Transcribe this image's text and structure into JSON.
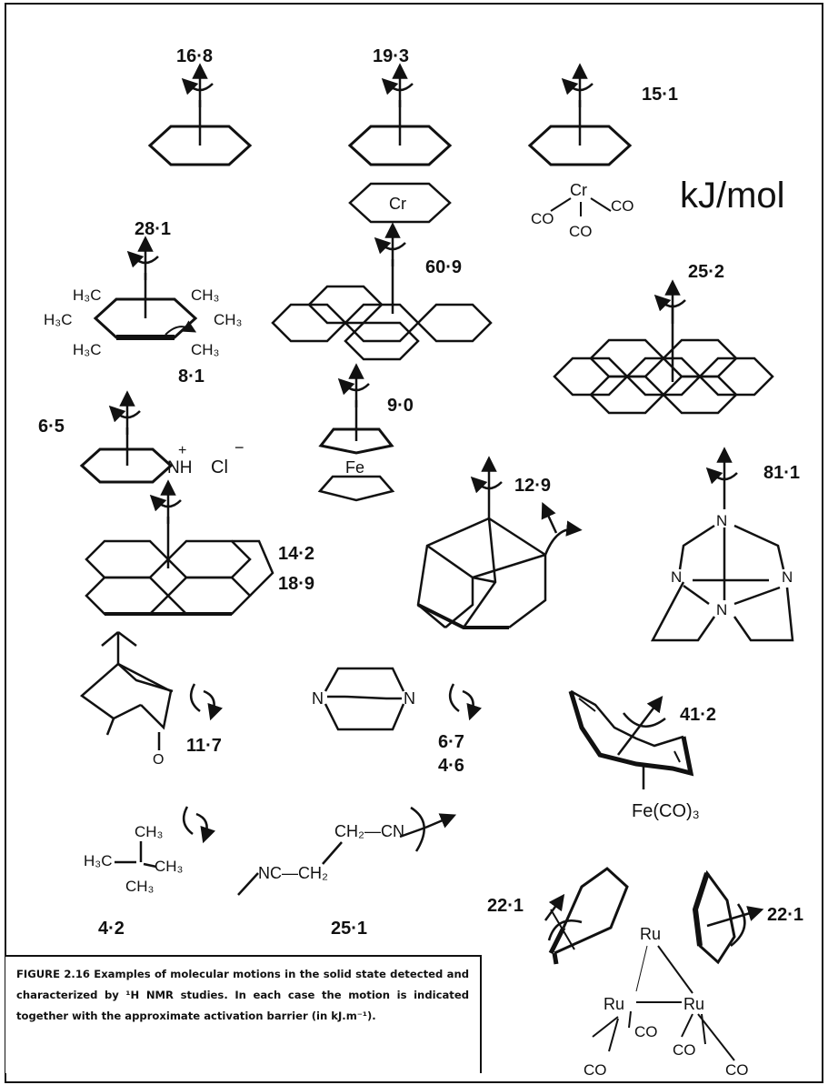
{
  "unit_note": "kJ/mol",
  "caption": "FIGURE 2.16  Examples of molecular motions in the solid state detected and characterized by ¹H NMR studies.  In each case the motion is indicated together with the approximate activation barrier (in kJ.m⁻¹).",
  "barriers": {
    "benzene": "16·8",
    "dibenzene_chromium": "19·3",
    "benzene_chromium_tricarbonyl": "15·1",
    "hexamethylbenzene_ring": "28·1",
    "hexamethylbenzene_methyl": "8·1",
    "pyrene": "60·9",
    "coronene": "25·2",
    "pyridinium_chloride": "6·5",
    "ferrocene": "9·0",
    "adamantane": "12·9",
    "hexamethylenetetramine": "81·1",
    "acenaphthene_a": "14·2",
    "acenaphthene_b": "18·9",
    "camphor": "11·7",
    "dabco_a": "6·7",
    "dabco_b": "4·6",
    "cot_iron_tricarbonyl": "41·2",
    "neopentane": "4·2",
    "succinonitrile": "25·1",
    "ru_left": "22·1",
    "ru_right": "22·1"
  },
  "labels": {
    "cr": "Cr",
    "co": "CO",
    "fe": "Fe",
    "ru": "Ru",
    "n": "N",
    "o": "O",
    "h3c": "H₃C",
    "ch3": "CH₃",
    "nh": "NH",
    "plus": "+",
    "cl": "Cl",
    "minus": "−",
    "fe_co3": "Fe(CO)₃",
    "nc_ch2": "NC—CH₂",
    "ch2_cn": "CH₂—CN"
  }
}
